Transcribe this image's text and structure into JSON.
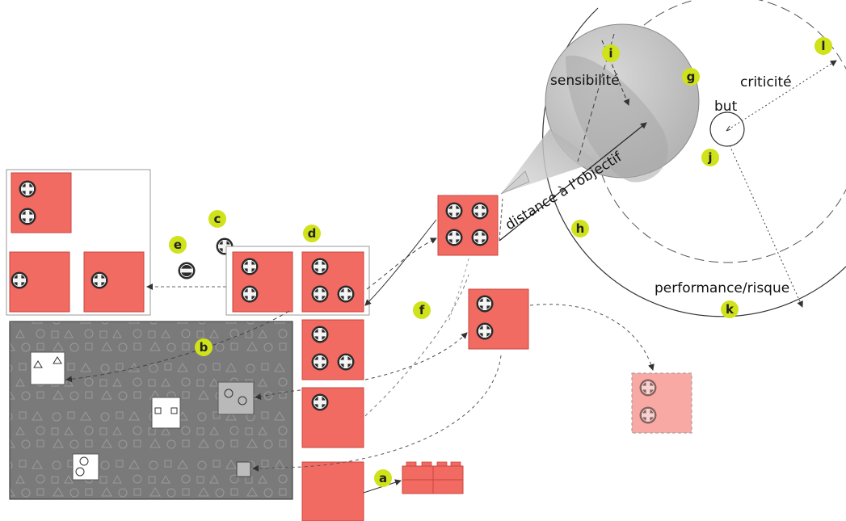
{
  "colors": {
    "red_block": "#f26b63",
    "red_block_faded": "#f8a9a3",
    "marker_yellow": "#cfe21a",
    "board_gray": "#777777",
    "sphere_gray": "#c6c6c6"
  },
  "labels": {
    "sensitivity": "sensibilité",
    "criticality": "criticité",
    "goal": "but",
    "distance": "distance à l'objectif",
    "performance": "performance/risque"
  },
  "markers": {
    "a": "a",
    "b": "b",
    "c": "c",
    "d": "d",
    "e": "e",
    "f": "f",
    "g": "g",
    "h": "h",
    "i": "i",
    "j": "j",
    "k": "k",
    "l": "l"
  },
  "icons": {
    "plus": "plus-circle-icon",
    "minus": "minus-circle-icon"
  }
}
